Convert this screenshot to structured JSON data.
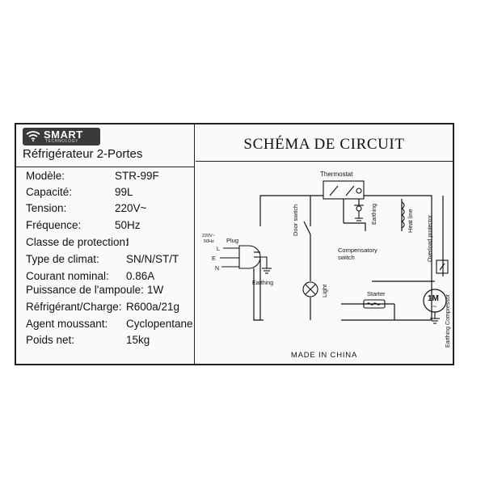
{
  "brand": {
    "name": "SMART",
    "tagline": "TECHNOLOGY",
    "logo_icon": "wifi-icon"
  },
  "product_title": "Réfrigérateur 2-Portes",
  "specs": [
    {
      "label": "Modèle:",
      "value": "STR-99F"
    },
    {
      "label": "Capacité:",
      "value": "99L"
    },
    {
      "label": "Tension:",
      "value": "220V~"
    },
    {
      "label": "Fréquence:",
      "value": "50Hz"
    },
    {
      "label": "Classe de protection:",
      "value": "I"
    },
    {
      "label": "Type de climat:",
      "value": "SN/N/ST/T"
    },
    {
      "label": "Courant nominal:",
      "value": "0.86A"
    },
    {
      "label": "Puissance de l'ampoule:",
      "value": "1W"
    },
    {
      "label": "Réfrigérant/Charge:",
      "value": "R600a/21g"
    },
    {
      "label": "Agent moussant:",
      "value": "Cyclopentane"
    },
    {
      "label": "Poids net:",
      "value": "15kg"
    }
  ],
  "schema": {
    "title": "SCHÉMA DE CIRCUIT",
    "made_in": "MADE IN CHINA",
    "labels": {
      "thermostat": "Thermostat",
      "supply_line1": "220V~",
      "supply_line2": "50Hz",
      "plug": "Plug",
      "L": "L",
      "E": "E",
      "N": "N",
      "earthing_plug": "Earthing",
      "door_switch": "Door switch",
      "light": "Light",
      "earthing_switch": "Earthing",
      "heat_line": "Heat line",
      "compensatory1": "Compensatory",
      "compensatory2": "switch",
      "overload": "Overload protector",
      "starter": "Starter",
      "motor": "1M",
      "motor_ac": "~",
      "earthing_compressor": "Earthing Compressor"
    }
  }
}
